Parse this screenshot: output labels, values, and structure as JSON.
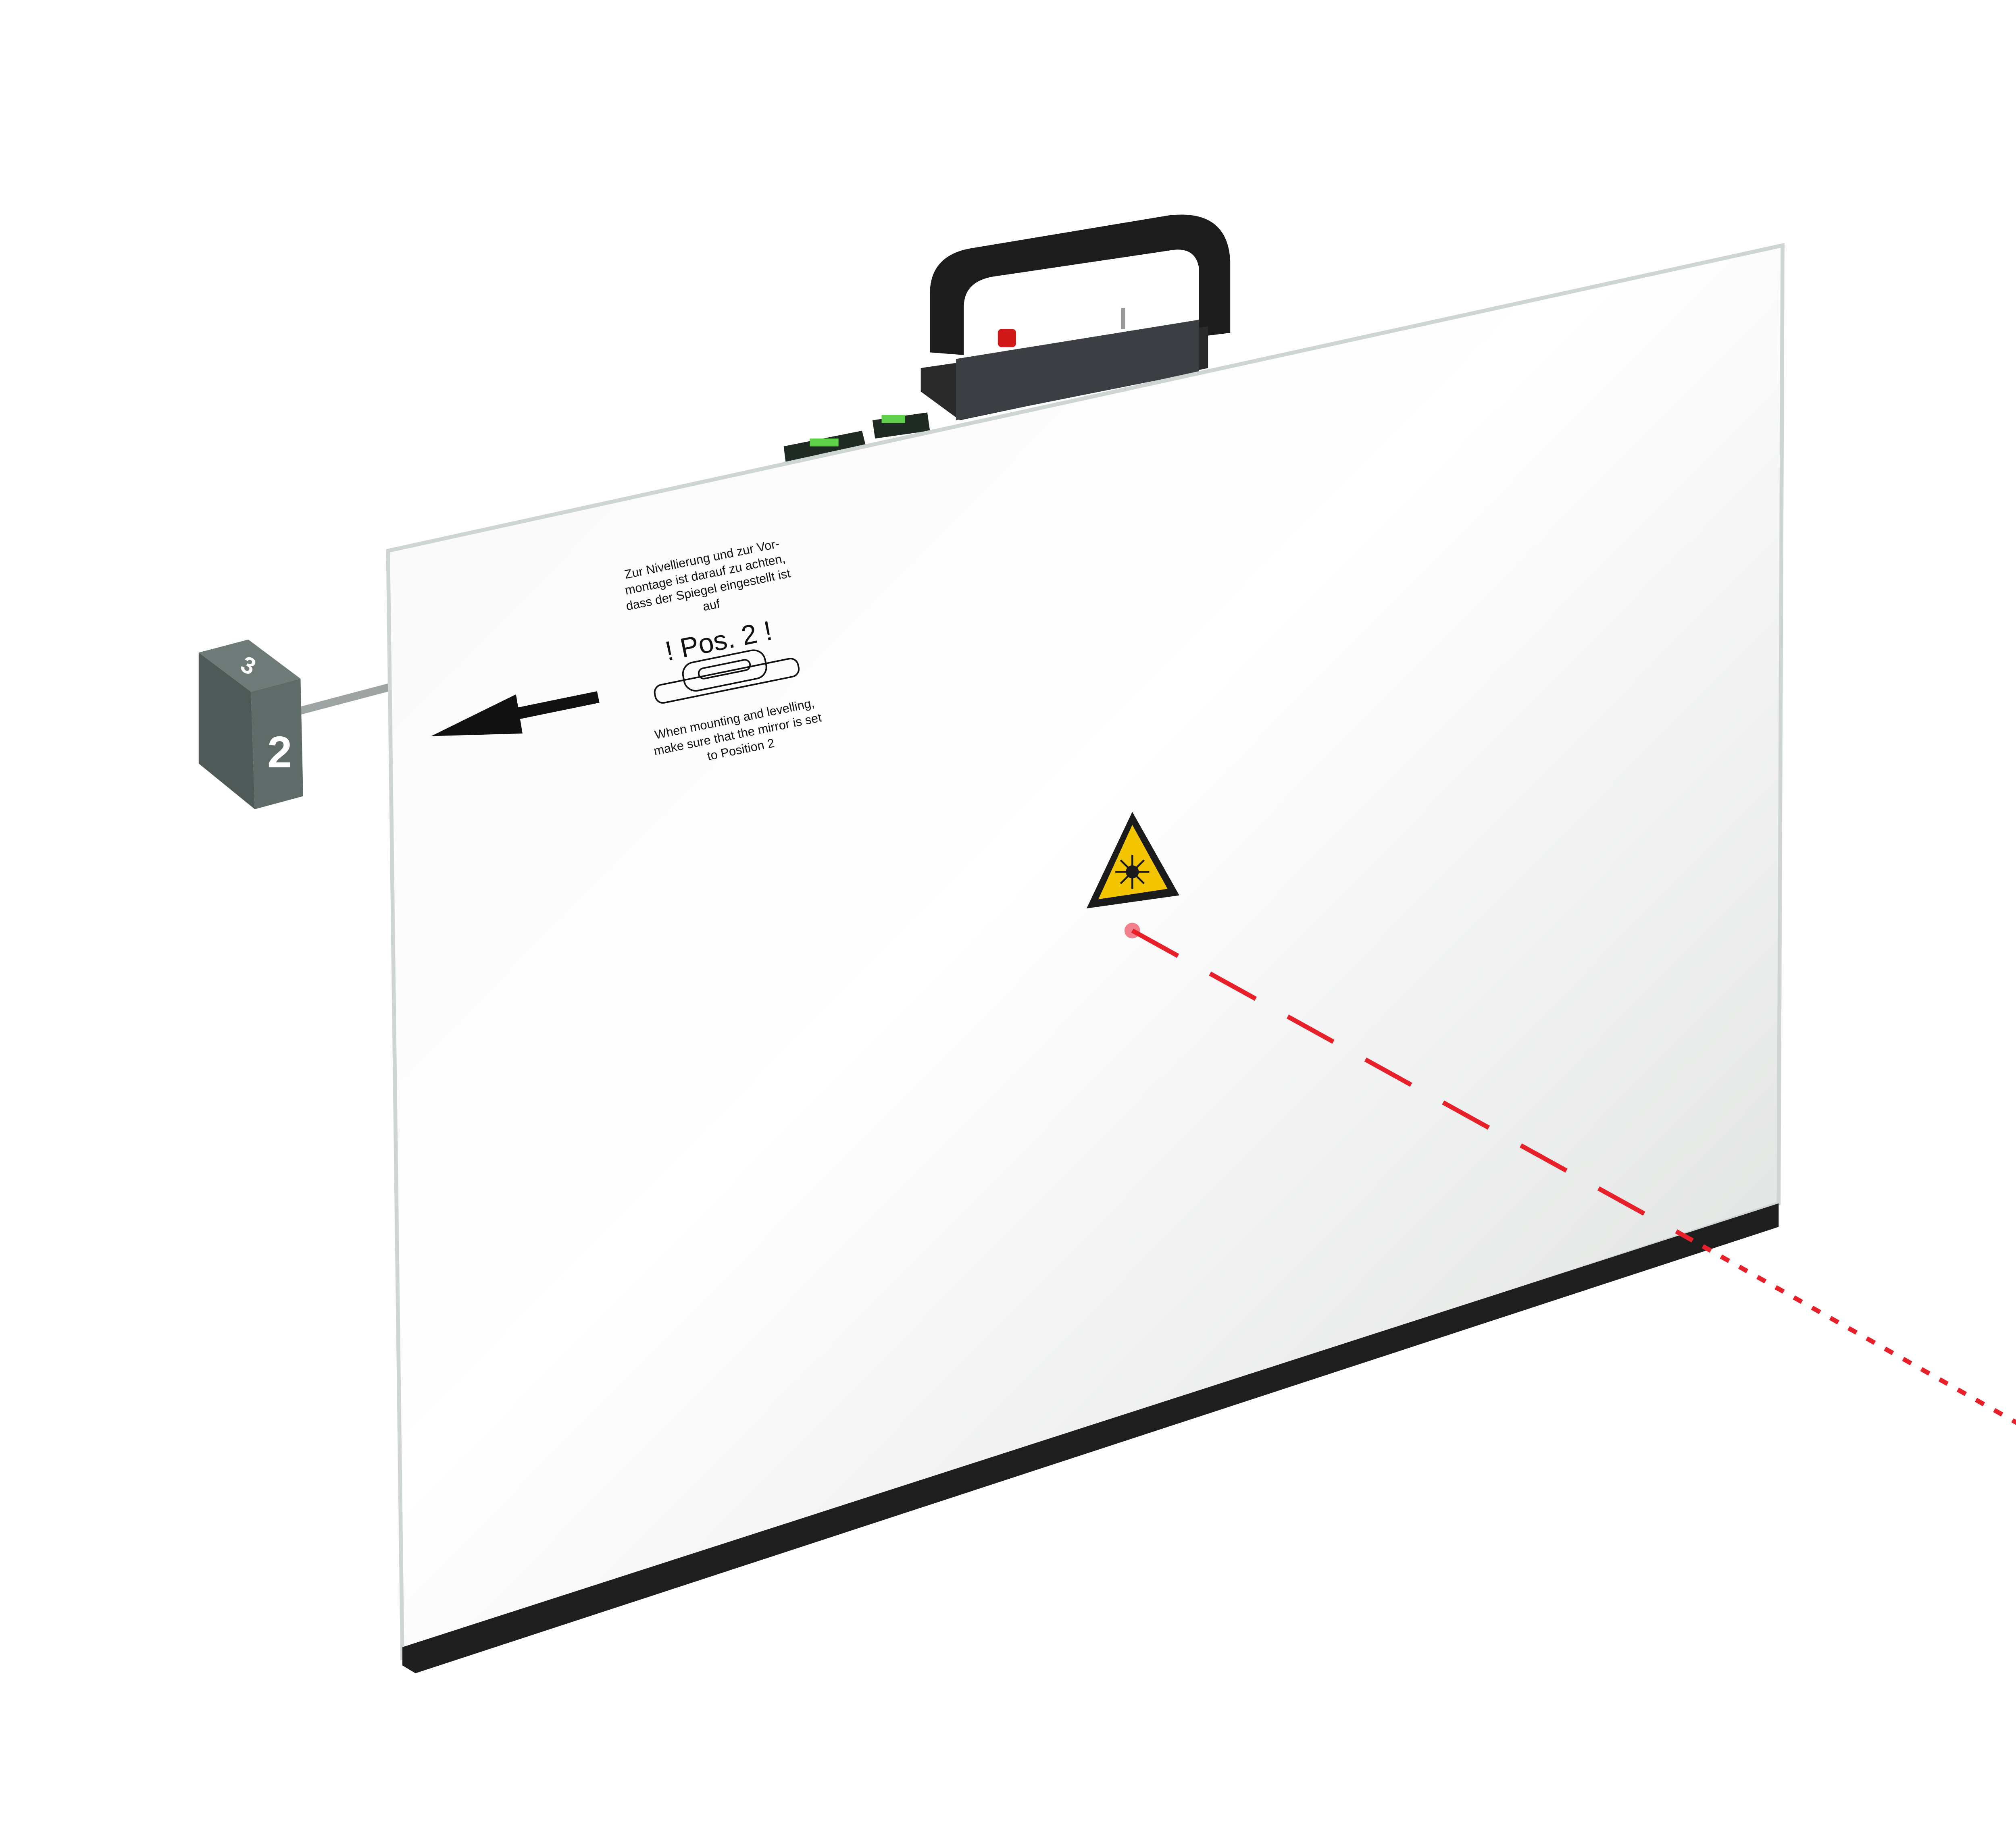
{
  "label": {
    "german_lines": [
      "Zur Nivellierung und zur Vor-",
      "montage ist darauf zu achten,",
      "dass der Spiegel eingestellt ist",
      "auf"
    ],
    "position_note": "! Pos. 2 !",
    "english_lines": [
      "When mounting and levelling,",
      "make sure that the mirror is set",
      "to Position 2"
    ]
  },
  "knob": {
    "top_number": "3",
    "front_number": "2"
  },
  "colors": {
    "laser": "#e8202a",
    "warning_yellow": "#f2c500",
    "knob": "#5f6b68",
    "handle": "#1c1c1c"
  },
  "icons": [
    "laser-warning-icon",
    "arrow-left-icon",
    "spirit-level-icon"
  ]
}
